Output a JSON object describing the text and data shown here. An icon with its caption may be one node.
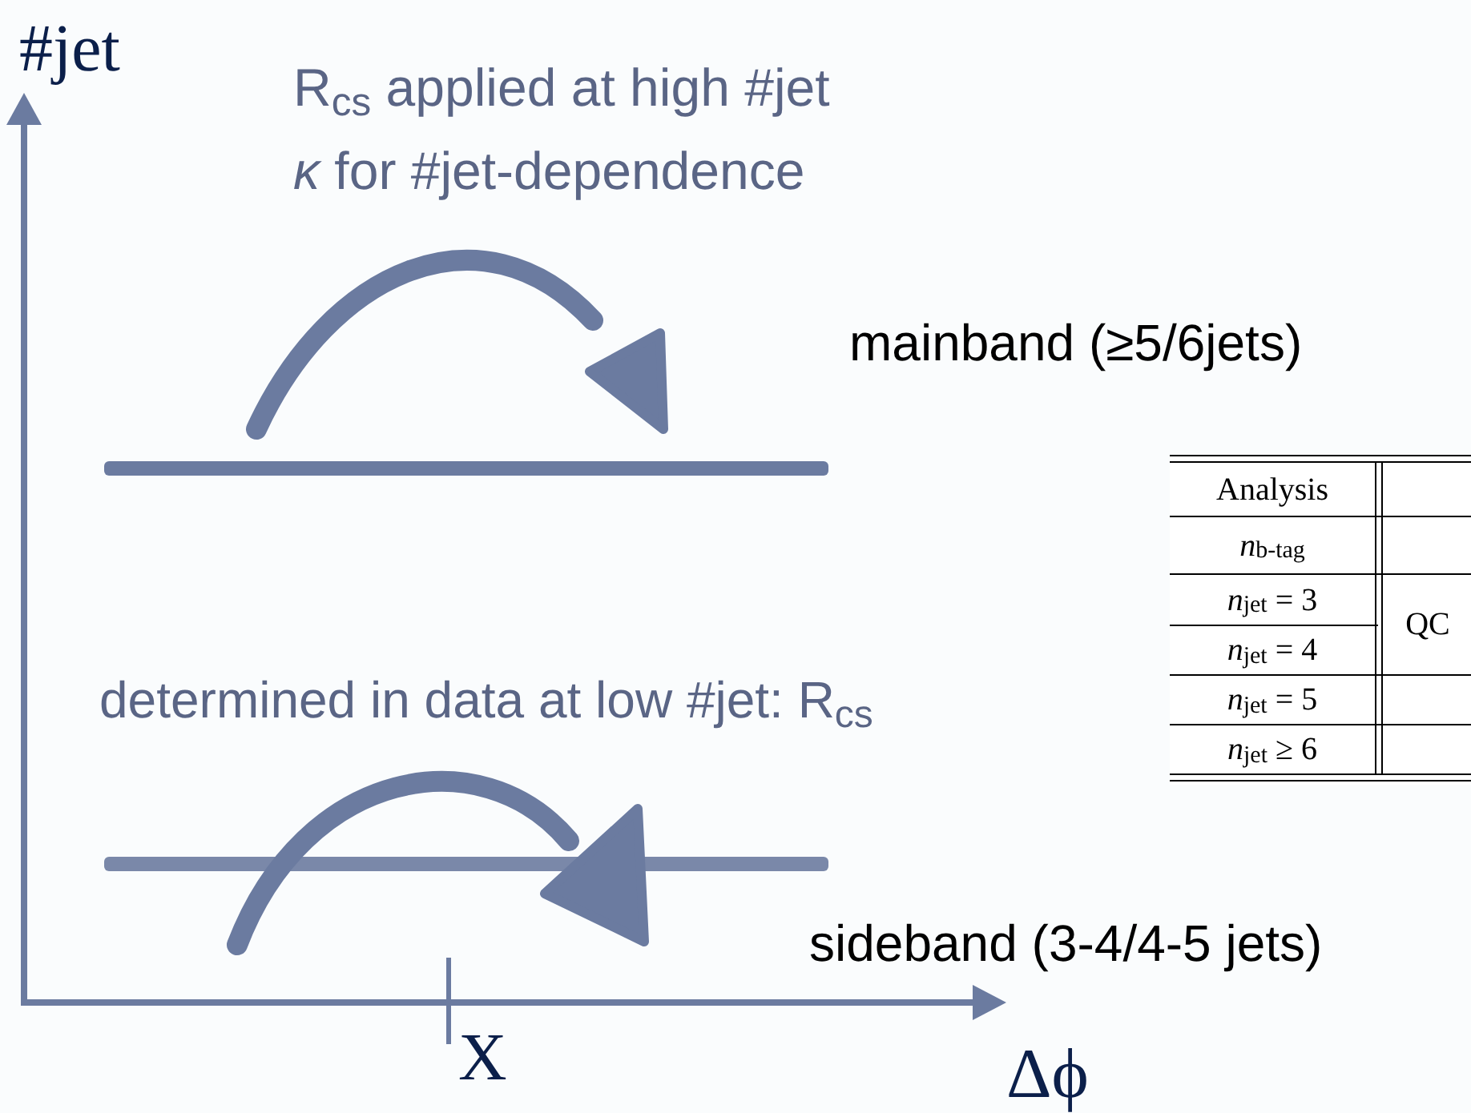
{
  "diagram": {
    "labels": [
      "#jet",
      "R$_{cs}$ applied at high #jet",
      "*κ* for #jet-dependence",
      "mainband (≥5/6jets)",
      "Analysis",
      "*n*$_{b-tag}$",
      "*n*$_{jet}$ = 3",
      "QC",
      "*n*$_{jet}$ = 4",
      "*n*$_{jet}$ = 5",
      "*n*$_{jet}$ ≥ 6",
      "determined in data at low #jet: R$_{cs}$",
      "sideband (3-4/4-5 jets)",
      "X",
      "Δϕ"
    ]
  }
}
